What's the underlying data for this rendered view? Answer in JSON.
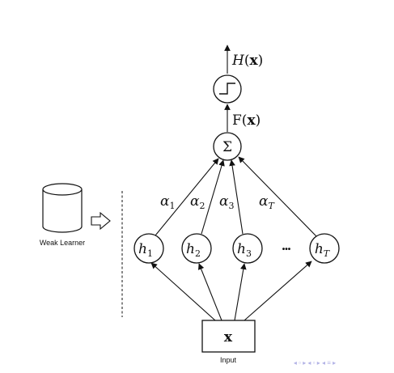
{
  "output": {
    "label": "H(x)",
    "label_func": "H",
    "label_arg": "x"
  },
  "threshold": {
    "icon": "step-function-icon"
  },
  "sum": {
    "label": "F(x)",
    "label_func": "F",
    "label_arg": "x",
    "symbol": "Σ"
  },
  "weights": [
    {
      "name": "α",
      "sub": "1"
    },
    {
      "name": "α",
      "sub": "2"
    },
    {
      "name": "α",
      "sub": "3"
    },
    {
      "name": "α",
      "sub": "T"
    }
  ],
  "learners": [
    {
      "name": "h",
      "sub": "1"
    },
    {
      "name": "h",
      "sub": "2"
    },
    {
      "name": "h",
      "sub": "3"
    },
    {
      "name": "h",
      "sub": "T"
    }
  ],
  "ellipsis": "•••",
  "weak_learner": {
    "label": "Weak Learner",
    "icon": "database-cylinder-icon",
    "arrow_icon": "hollow-arrow-right-icon"
  },
  "input": {
    "symbol": "x",
    "label": "Input"
  },
  "beamer_nav": {
    "glyphs": "◂ ▫ ▸ ◂ ▫ ▸ ◂ ≡ ▸"
  }
}
